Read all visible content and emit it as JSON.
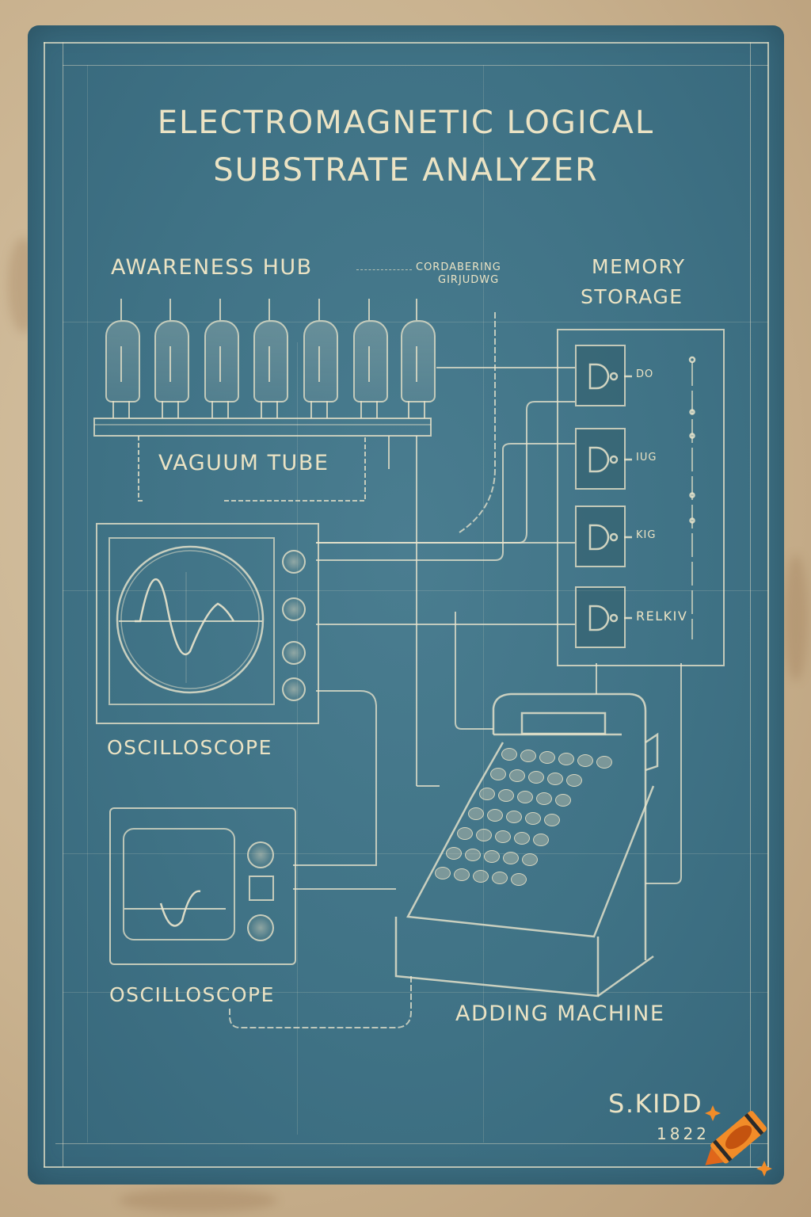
{
  "title": {
    "line1": "ELECTROMAGNETIC LOGICAL",
    "line2": "SUBSTRATE ANALYZER"
  },
  "components": {
    "awareness_hub": {
      "label": "AWARENESS HUB",
      "annotation_line1": "CORDABERING",
      "annotation_line2": "GIRJUDWG"
    },
    "vacuum_tube": {
      "label": "VAGUUM TUBE",
      "tube_count": 7
    },
    "memory_storage": {
      "label_line1": "MEMORY",
      "label_line2": "STORAGE",
      "cells": [
        {
          "label": "DO"
        },
        {
          "label": "IUG"
        },
        {
          "label": "KIG"
        },
        {
          "label": "RELKIV"
        }
      ]
    },
    "oscilloscope_1": {
      "label": "OSCILLOSCOPE",
      "knob_count": 4
    },
    "oscilloscope_2": {
      "label": "OSCILLOSCOPE",
      "knob_count": 2
    },
    "adding_machine": {
      "label": "ADDING MACHINE"
    }
  },
  "signature": {
    "name": "S.KIDD",
    "year": "1822"
  },
  "colors": {
    "blueprint": "#3f7285",
    "ink": "#ebe3c4",
    "parchment": "#c9b28f",
    "crayon_orange": "#f28c28",
    "crayon_dark": "#c4530f"
  },
  "watermark": {
    "icon": "crayon-icon"
  }
}
